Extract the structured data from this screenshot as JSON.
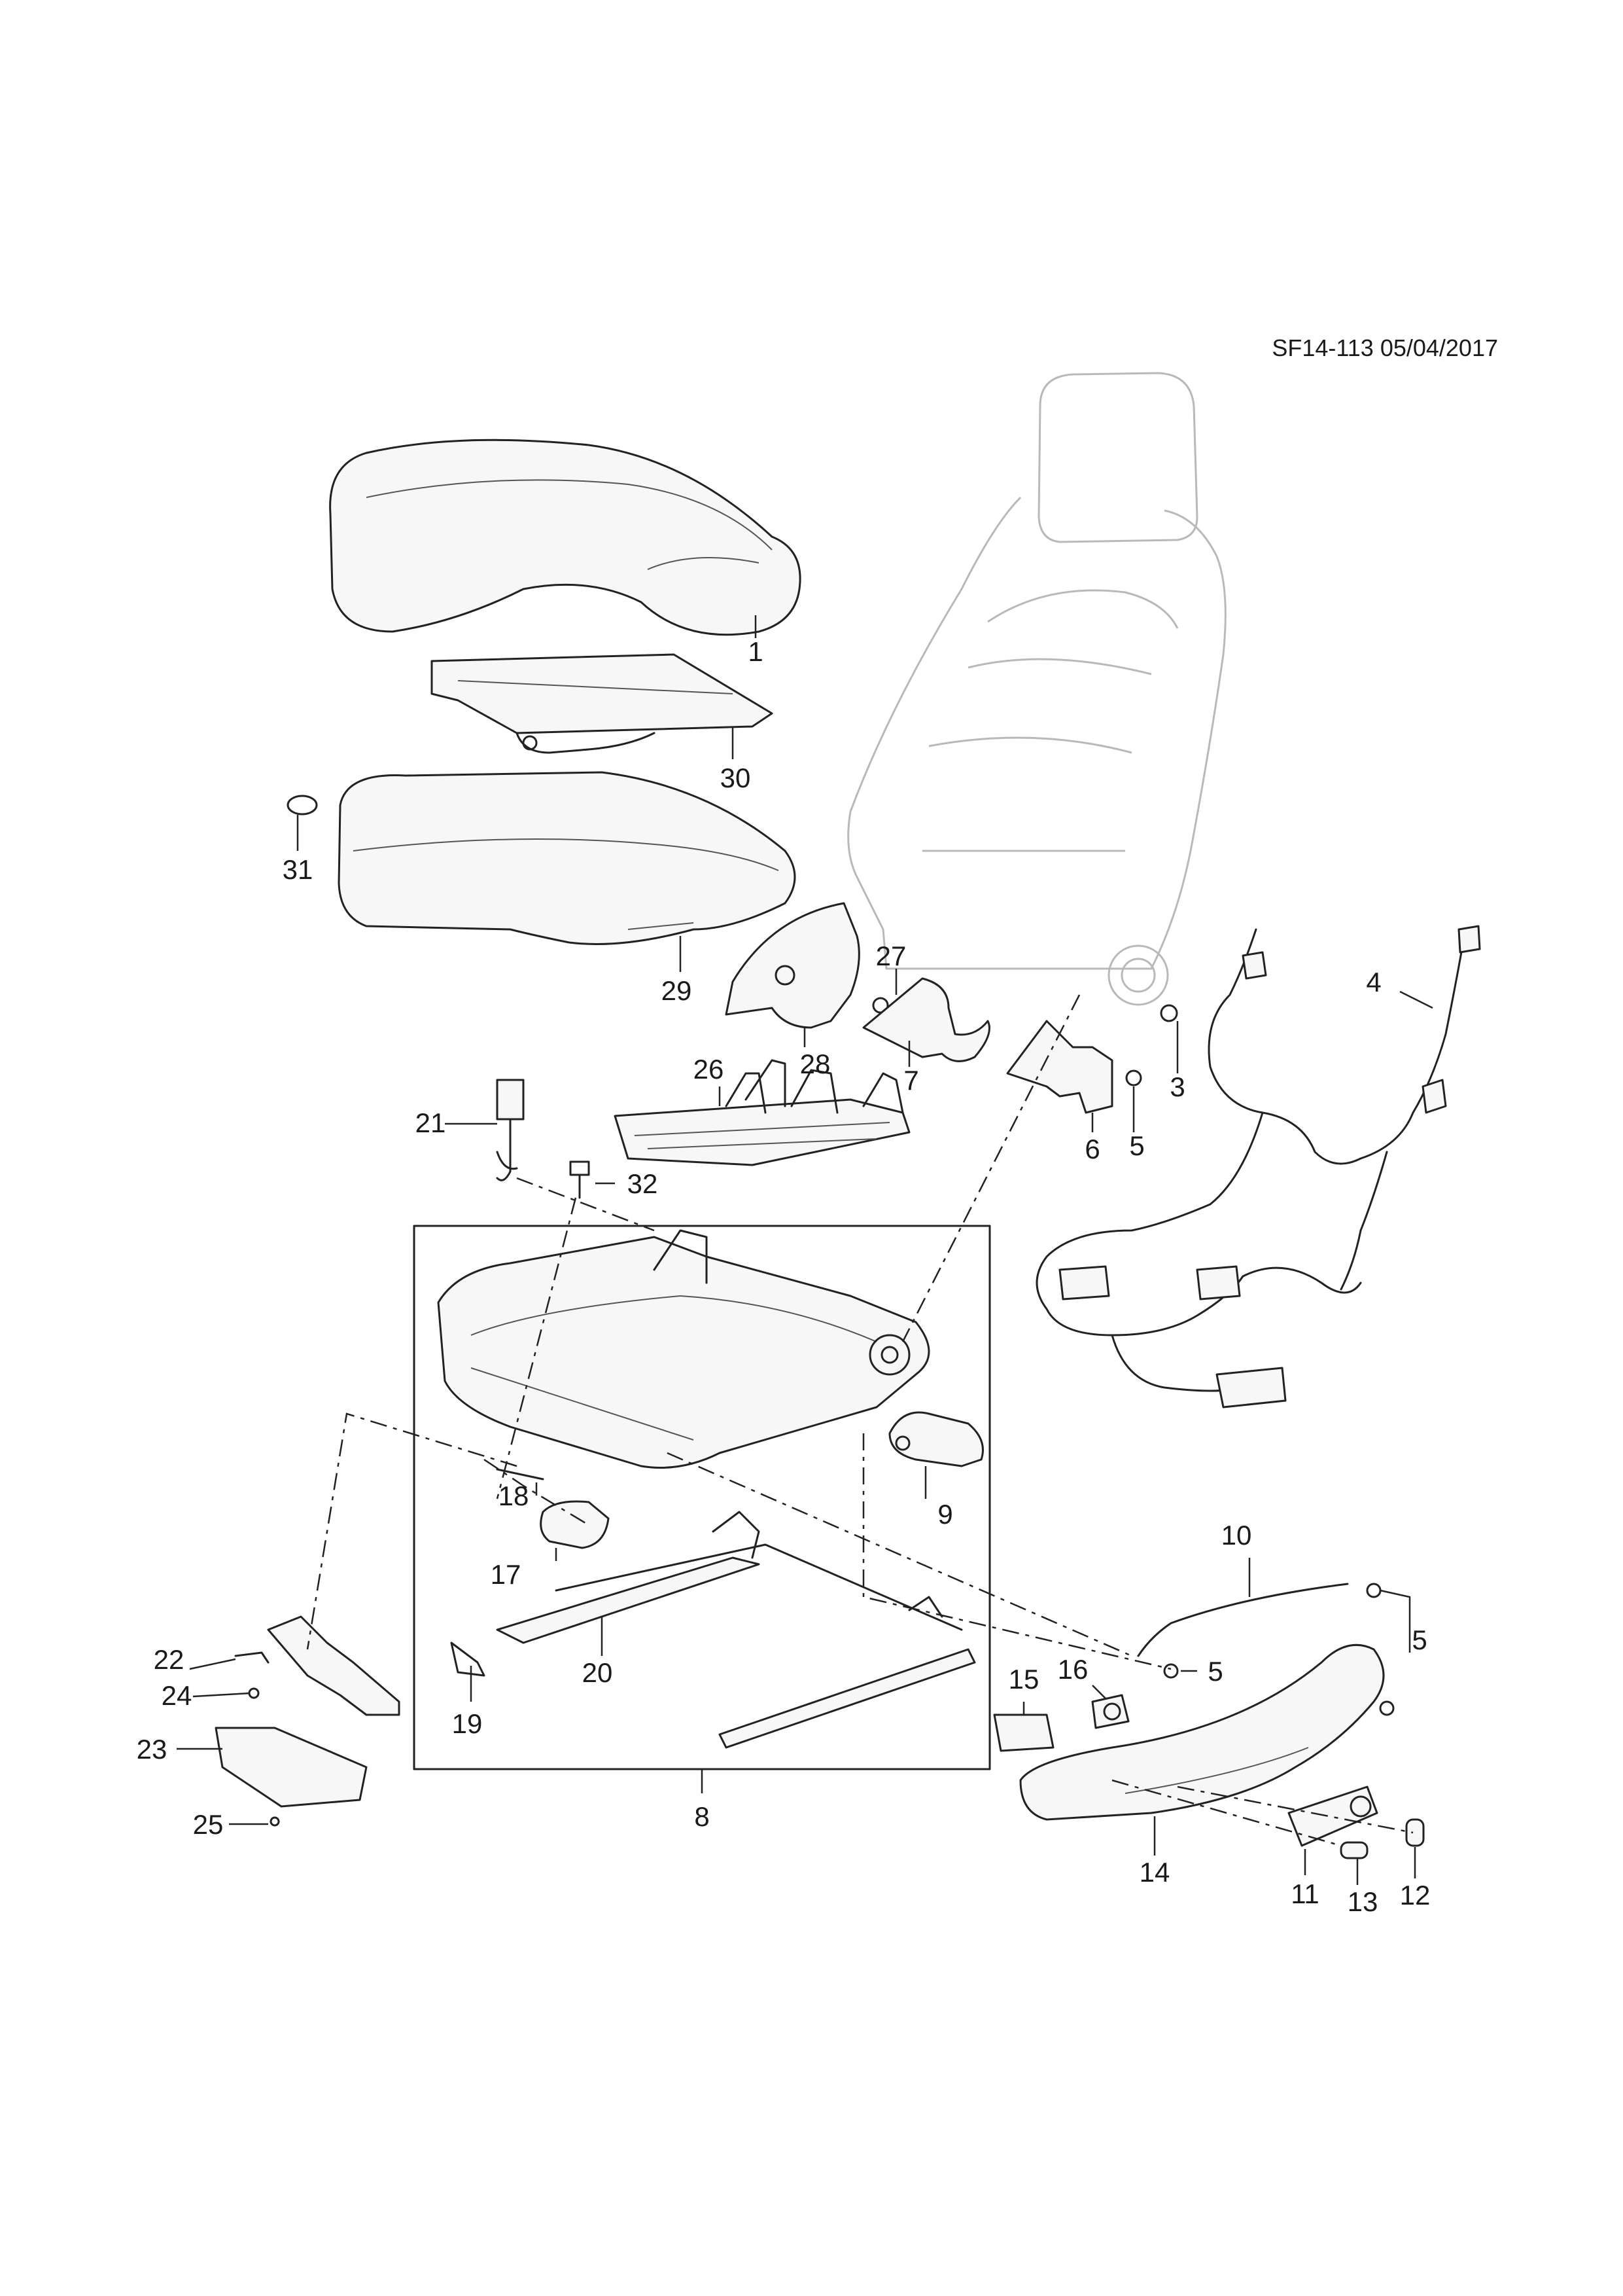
{
  "document": {
    "reference": "SF14-113 05/04/2017"
  },
  "callouts": [
    {
      "id": "1",
      "label": "1"
    },
    {
      "id": "3",
      "label": "3"
    },
    {
      "id": "4",
      "label": "4"
    },
    {
      "id": "5a",
      "label": "5"
    },
    {
      "id": "5b",
      "label": "5"
    },
    {
      "id": "5c",
      "label": "5"
    },
    {
      "id": "6",
      "label": "6"
    },
    {
      "id": "7",
      "label": "7"
    },
    {
      "id": "8",
      "label": "8"
    },
    {
      "id": "9",
      "label": "9"
    },
    {
      "id": "10",
      "label": "10"
    },
    {
      "id": "11",
      "label": "11"
    },
    {
      "id": "12",
      "label": "12"
    },
    {
      "id": "13",
      "label": "13"
    },
    {
      "id": "14",
      "label": "14"
    },
    {
      "id": "15",
      "label": "15"
    },
    {
      "id": "16",
      "label": "16"
    },
    {
      "id": "17",
      "label": "17"
    },
    {
      "id": "18",
      "label": "18"
    },
    {
      "id": "19",
      "label": "19"
    },
    {
      "id": "20",
      "label": "20"
    },
    {
      "id": "21",
      "label": "21"
    },
    {
      "id": "22",
      "label": "22"
    },
    {
      "id": "23",
      "label": "23"
    },
    {
      "id": "24",
      "label": "24"
    },
    {
      "id": "25",
      "label": "25"
    },
    {
      "id": "26",
      "label": "26"
    },
    {
      "id": "27",
      "label": "27"
    },
    {
      "id": "28",
      "label": "28"
    },
    {
      "id": "29",
      "label": "29"
    },
    {
      "id": "30",
      "label": "30"
    },
    {
      "id": "31",
      "label": "31"
    },
    {
      "id": "32",
      "label": "32"
    }
  ]
}
